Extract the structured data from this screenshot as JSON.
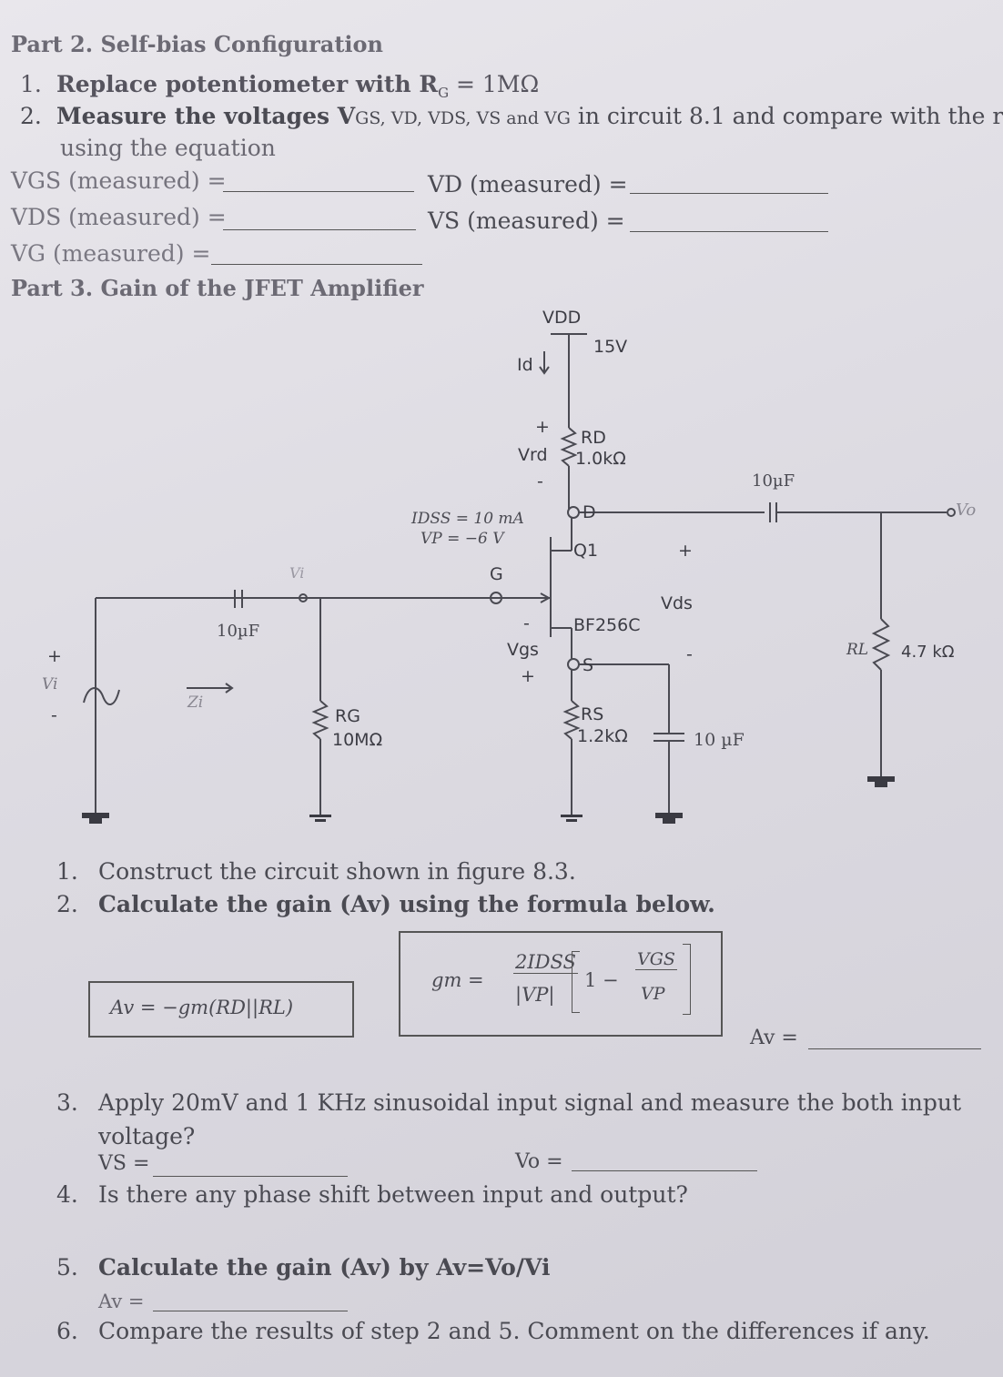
{
  "part2": {
    "title": "Part 2. Self-bias Configuration",
    "step1_num": "1.",
    "step1": "Replace potentiometer with R",
    "step1_sub": "G",
    "step1_end": " = 1MΩ",
    "step2_num": "2.",
    "step2": "Measure the voltages V",
    "step2_rest": " in circuit 8.1 and compare with the r",
    "step2_vars": "GS, VD, VDS, VS and VG",
    "step2_cont": "using the equation",
    "vgs_label": "VGS (measured) =",
    "vd_label": "VD (measured) =",
    "vds_label": "VDS (measured) =",
    "vs_label": "VS (measured) =",
    "vg_label": "VG (measured) ="
  },
  "part3": {
    "title": "Part 3. Gain of the JFET Amplifier"
  },
  "circuit": {
    "vdd": "VDD",
    "vdd_value": "15V",
    "id": "Id",
    "rd": "RD",
    "rd_value": "1.0kΩ",
    "vrd": "Vrd",
    "vrd_plus": "+",
    "vrd_minus": "-",
    "idss": "IDSS = 10 mA",
    "vp": "VP = −6 V",
    "d": "D",
    "q1": "Q1",
    "g": "G",
    "s": "S",
    "model": "BF256C",
    "vds": "Vds",
    "vds_plus": "+",
    "vds_minus": "-",
    "vgs": "Vgs",
    "vgs_minus": "-",
    "vgs_plus": "+",
    "cin": "10µF",
    "cout": "10µF",
    "cs": "10 µF",
    "rg": "RG",
    "rg_value": "10MΩ",
    "rs": "RS",
    "rs_value": "1.2kΩ",
    "rl": "RL",
    "rl_value": "4.7 kΩ",
    "vi": "Vi",
    "vi_plus": "+",
    "vi_minus": "-",
    "zi": "Zi",
    "vin_node": "Vi",
    "vo": "Vo"
  },
  "steps": {
    "s1_num": "1.",
    "s1": "Construct the circuit shown in figure 8.3.",
    "s2_num": "2.",
    "s2": "Calculate the gain (Av) using the formula below.",
    "formula_av": "Av = −gm(RD||RL)",
    "formula_gm_lhs": "gm =",
    "formula_gm_num": "2IDSS",
    "formula_gm_den": "|VP|",
    "formula_one": "1 −",
    "formula_vgs": "VGS",
    "formula_vp": "VP",
    "av_label": "Av =",
    "s3_num": "3.",
    "s3": "Apply 20mV and 1 KHz sinusoidal input signal and measure the both input",
    "s3_cont": "voltage?",
    "vs_label": "VS =",
    "vo_label": "Vo =",
    "s4_num": "4.",
    "s4": "Is there any phase shift between input and output?",
    "s5_num": "5.",
    "s5": "Calculate the gain (Av) by Av=Vo/Vi",
    "s5_av": "Av =",
    "s6_num": "6.",
    "s6": "Compare the results of step 2 and 5. Comment on the differences if any."
  }
}
